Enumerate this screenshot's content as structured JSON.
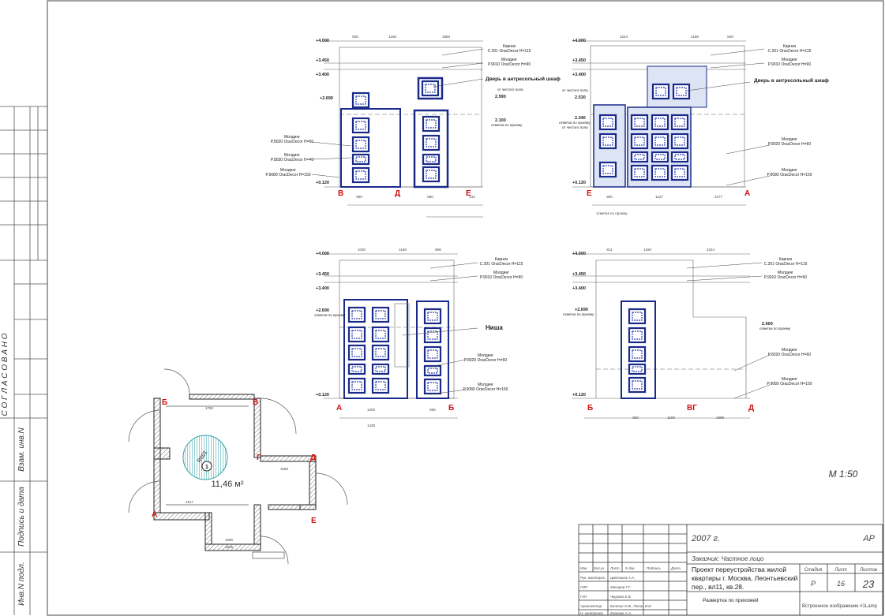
{
  "side": {
    "approved": "С О Г Л А С О В А Н О",
    "inv_replace": "Взам. инв.N",
    "sign_date": "Подпись и дата",
    "inv_orig": "Инв.N подл."
  },
  "elevations": [
    {
      "id": "e1",
      "levels": [
        "+4.000",
        "+3.450",
        "+3.400",
        "+2.690",
        "+0.120"
      ],
      "top_dims": [
        "825",
        "1168",
        "1850"
      ],
      "callouts": [
        {
          "t1": "Карниз",
          "t2": "C.201 OracDecor H=115"
        },
        {
          "t1": "Молдинг",
          "t2": "P.9010 OracDecor H=90"
        },
        {
          "t1": "Дверь в антресольный шкаф",
          "t2": ""
        },
        {
          "t1": "Молдинг",
          "t2": "P.8020 OracDecor H=60"
        },
        {
          "t1": "Молдинг",
          "t2": "P.8030 OracDecor H=40"
        },
        {
          "t1": "Молдинг",
          "t2": "P.9080 OracDecor H=150"
        }
      ],
      "notes": [
        "от чистого пола",
        "2.590",
        "2.100",
        "отметка по проему"
      ],
      "letters": [
        "В",
        "Д",
        "Е"
      ],
      "bottom_dims": [
        "900",
        "680",
        "144"
      ]
    },
    {
      "id": "e2",
      "levels": [
        "+4.000",
        "+3.450",
        "+3.400",
        "2.530",
        "2.340",
        "+0.120"
      ],
      "top_dims": [
        "2224",
        "1168",
        "829"
      ],
      "callouts": [
        {
          "t1": "Карниз",
          "t2": "C.201 OracDecor H=115"
        },
        {
          "t1": "Молдинг",
          "t2": "P.9010 OracDecor H=90"
        },
        {
          "t1": "Дверь в антресольный шкаф",
          "t2": ""
        },
        {
          "t1": "Молдинг",
          "t2": "P.8020 OracDecor H=60"
        },
        {
          "t1": "Молдинг",
          "t2": "P.9080 OracDecor H=150"
        }
      ],
      "notes": [
        "от чистого пола",
        "отметка по проему",
        "от чистого пола"
      ],
      "letters": [
        "Е",
        "А"
      ],
      "bottom_dims": [
        "900",
        "1127",
        "2277"
      ],
      "sub_note": "отметка по проему"
    },
    {
      "id": "e3",
      "levels": [
        "+4.000",
        "+3.450",
        "+3.400",
        "+2.690",
        "+0.120"
      ],
      "top_dims": [
        "1030",
        "1168",
        "806"
      ],
      "callouts": [
        {
          "t1": "Карниз",
          "t2": "C.201 OracDecor H=115"
        },
        {
          "t1": "Молдинг",
          "t2": "P.9010 OracDecor H=90"
        },
        {
          "t1": "Ниша",
          "t2": ""
        },
        {
          "t1": "Молдинг",
          "t2": "P.8020 OracDecor H=60"
        },
        {
          "t1": "Молдинг",
          "t2": "P.9080 OracDecor H=150"
        }
      ],
      "notes": [
        "отметка по проему"
      ],
      "letters": [
        "А",
        "Б"
      ],
      "bottom_dims": [
        "1200",
        "900",
        "1430"
      ]
    },
    {
      "id": "e4",
      "levels": [
        "+4.000",
        "+3.450",
        "+3.400",
        "+2.690",
        "2.600",
        "+0.120"
      ],
      "top_dims": [
        "811",
        "1168",
        "2224"
      ],
      "callouts": [
        {
          "t1": "Карниз",
          "t2": "C.201 OracDecor H=115"
        },
        {
          "t1": "Молдинг",
          "t2": "P.9010 OracDecor H=90"
        },
        {
          "t1": "Молдинг",
          "t2": "P.8020 OracDecor H=60"
        },
        {
          "t1": "Молдинг",
          "t2": "P.9080 OracDecor H=150"
        }
      ],
      "notes": [
        "отметка по проему",
        "отметка по проему"
      ],
      "letters": [
        "Б",
        "ВГ",
        "Д"
      ],
      "bottom_dims": [
        "900",
        "1183",
        "1995"
      ]
    }
  ],
  "plan": {
    "letters": [
      "Б",
      "В",
      "Г",
      "Д",
      "А",
      "Е"
    ],
    "area": "11,46 м²",
    "marker_label": "R601",
    "marker_num": "1",
    "dims": [
      "1783",
      "1565",
      "1517",
      "1095",
      "1025"
    ]
  },
  "scale": "М 1:50",
  "title_block": {
    "year": "2007 г.",
    "code": "АР",
    "customer": "Заказчик: Частное лицо",
    "project_line1": "Проект переустройства жилой",
    "project_line2": "квартиры г. Москва, Леонтьевский",
    "project_line3": "пер., вл11, кв.28.",
    "col_stage": "Стадия",
    "col_sheet": "Лист",
    "col_sheets": "Листов",
    "stage": "Р",
    "sheet": "16",
    "sheets": "23",
    "drawing_name": "Развертка по прихожей",
    "embedded": "Встроенное изображение #1Lamp",
    "header_cells": [
      "Изм",
      "Кол.уч",
      "Лист",
      "N док",
      "Подпись",
      "Дата"
    ],
    "roles": [
      {
        "role": "Рук. мастерск.",
        "name": "Цветкина А.А."
      },
      {
        "role": "ГИП",
        "name": "Макаров Г.Г."
      },
      {
        "role": "ГАП",
        "name": "Чкурова Е.В."
      },
      {
        "role": "Архитектор",
        "name": "Балтин О.В., Полин И.И."
      },
      {
        "role": "Н. контролер",
        "name": "Ерохова А.А."
      }
    ]
  }
}
